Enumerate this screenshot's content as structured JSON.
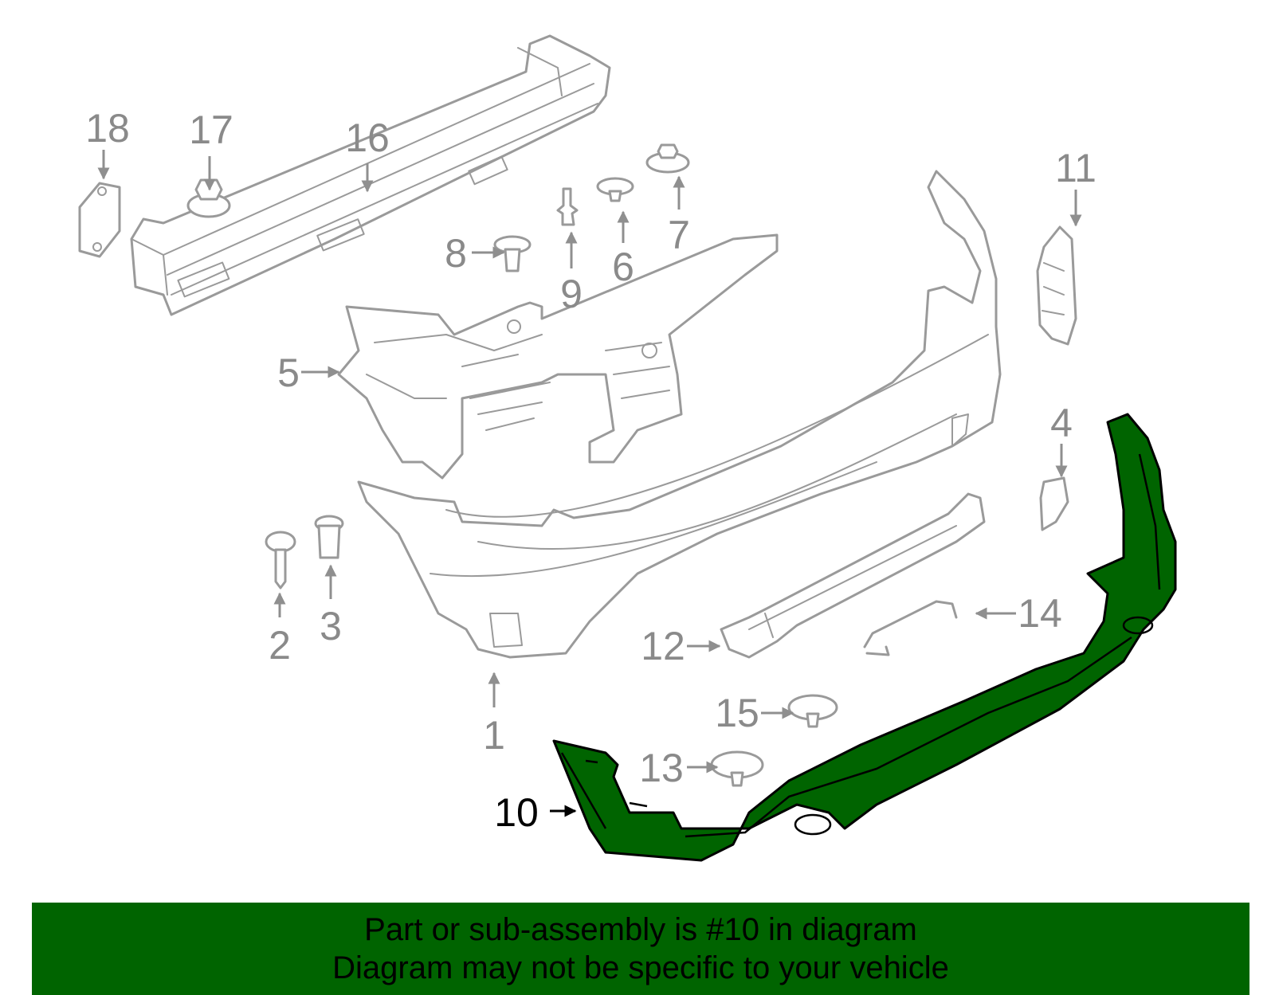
{
  "highlight_color": "#006400",
  "callouts": {
    "n1": "1",
    "n2": "2",
    "n3": "3",
    "n4": "4",
    "n5": "5",
    "n6": "6",
    "n7": "7",
    "n8": "8",
    "n9": "9",
    "n10": "10",
    "n11": "11",
    "n12": "12",
    "n13": "13",
    "n14": "14",
    "n15": "15",
    "n16": "16",
    "n17": "17",
    "n18": "18"
  },
  "caption": {
    "line1": "Part or sub-assembly is #10 in diagram",
    "line2": "Diagram may not be specific to your vehicle"
  }
}
